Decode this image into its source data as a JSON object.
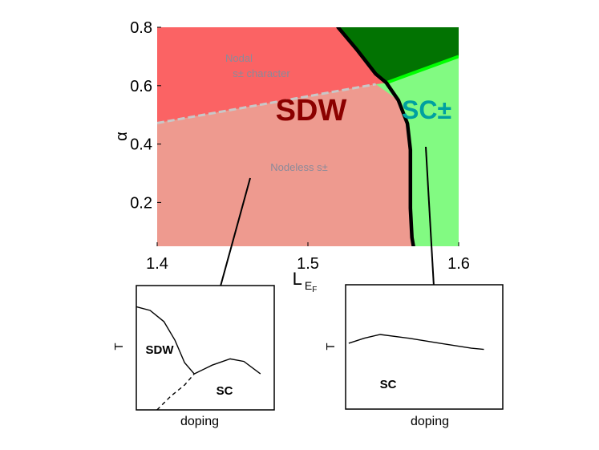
{
  "colors": {
    "nodal_region": "#fb6364",
    "nodeless_region": "#ee9a8f",
    "sc_region": "#82fa82",
    "dark_green_region": "#027302",
    "sdw_label": "#8b0000",
    "sc_label": "#00a0a0",
    "crossover_line": "#c8c8c8",
    "region_annotation": "#8a8a9a",
    "bright_green_line": "#00ff00"
  },
  "chart_data": [
    {
      "type": "area",
      "xlabel": "L",
      "xlabel_subscript": "E",
      "xlabel_subsubscript": "F",
      "ylabel": "α",
      "xlim": [
        1.4,
        1.6
      ],
      "ylim": [
        0.05,
        0.8
      ],
      "x_ticks": [
        {
          "value": 1.4,
          "label": "1.4"
        },
        {
          "value": 1.5,
          "label": "1.5"
        },
        {
          "value": 1.6,
          "label": "1.6"
        }
      ],
      "y_ticks": [
        {
          "value": 0.2,
          "label": "0.2"
        },
        {
          "value": 0.4,
          "label": "0.4"
        },
        {
          "value": 0.6,
          "label": "0.6"
        },
        {
          "value": 0.8,
          "label": "0.8"
        }
      ],
      "grid": false,
      "sdw_sc_boundary": [
        [
          1.52,
          0.8
        ],
        [
          1.533,
          0.72
        ],
        [
          1.545,
          0.64
        ],
        [
          1.552,
          0.61
        ],
        [
          1.56,
          0.55
        ],
        [
          1.566,
          0.47
        ],
        [
          1.568,
          0.38
        ],
        [
          1.568,
          0.28
        ],
        [
          1.568,
          0.18
        ],
        [
          1.569,
          0.08
        ],
        [
          1.57,
          0.05
        ]
      ],
      "nodal_nodeless_crossover": [
        [
          1.4,
          0.472
        ],
        [
          1.545,
          0.605
        ]
      ],
      "dark_green_boundary": [
        [
          1.552,
          0.61
        ],
        [
          1.6,
          0.7
        ]
      ],
      "region_labels": {
        "sdw": "SDW",
        "sc": "SC±",
        "nodal_line1": "Nodal",
        "nodal_line2": "s± character",
        "nodeless": "Nodeless s±"
      }
    },
    {
      "type": "line",
      "xlabel": "doping",
      "ylabel": "T",
      "xlim": [
        0,
        1
      ],
      "ylim": [
        0,
        1
      ],
      "series": [
        {
          "points": [
            [
              0.0,
              0.83
            ],
            [
              0.1,
              0.8
            ],
            [
              0.2,
              0.71
            ],
            [
              0.28,
              0.56
            ],
            [
              0.35,
              0.38
            ],
            [
              0.42,
              0.29
            ]
          ]
        },
        {
          "points": [
            [
              0.42,
              0.29
            ],
            [
              0.55,
              0.36
            ],
            [
              0.68,
              0.41
            ],
            [
              0.78,
              0.39
            ],
            [
              0.9,
              0.29
            ]
          ]
        },
        {
          "points": [
            [
              0.15,
              0.0
            ],
            [
              0.25,
              0.11
            ],
            [
              0.35,
              0.2
            ],
            [
              0.42,
              0.29
            ]
          ],
          "dashed": true
        }
      ],
      "region_labels": {
        "sdw": "SDW",
        "sc": "SC"
      }
    },
    {
      "type": "line",
      "xlabel": "doping",
      "ylabel": "T",
      "xlim": [
        0,
        1
      ],
      "ylim": [
        0,
        1
      ],
      "series": [
        {
          "points": [
            [
              0.02,
              0.53
            ],
            [
              0.12,
              0.57
            ],
            [
              0.22,
              0.6
            ],
            [
              0.4,
              0.57
            ],
            [
              0.6,
              0.53
            ],
            [
              0.8,
              0.49
            ],
            [
              0.88,
              0.48
            ]
          ]
        }
      ],
      "region_labels": {
        "sc": "SC"
      }
    }
  ]
}
